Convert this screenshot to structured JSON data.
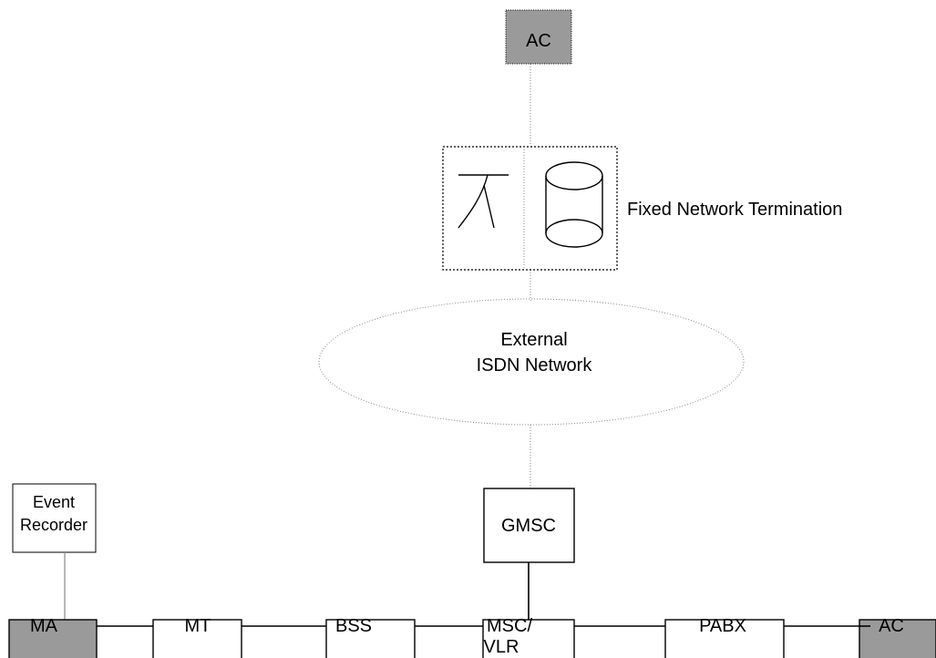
{
  "diagram": {
    "nodes": {
      "ac_top": {
        "label": "AC"
      },
      "fixed_network_termination": {
        "label": "Fixed Network Termination"
      },
      "external_isdn": {
        "line1": "External",
        "line2": "ISDN Network"
      },
      "gmsc": {
        "label": "GMSC"
      },
      "event_recorder": {
        "line1": "Event",
        "line2": "Recorder"
      },
      "ma": {
        "label": "MA"
      },
      "mt": {
        "label": "MT"
      },
      "bss": {
        "label": "BSS"
      },
      "msc_vlr": {
        "line1": "MSC/",
        "line2": "VLR"
      },
      "pabx": {
        "label": "PABX"
      },
      "ac_right": {
        "label": "AC"
      }
    },
    "colors": {
      "shaded_fill": "#9a9a9a",
      "box_fill": "#ffffff",
      "stroke": "#000000",
      "dotted_line": "#8a8a8a"
    }
  }
}
